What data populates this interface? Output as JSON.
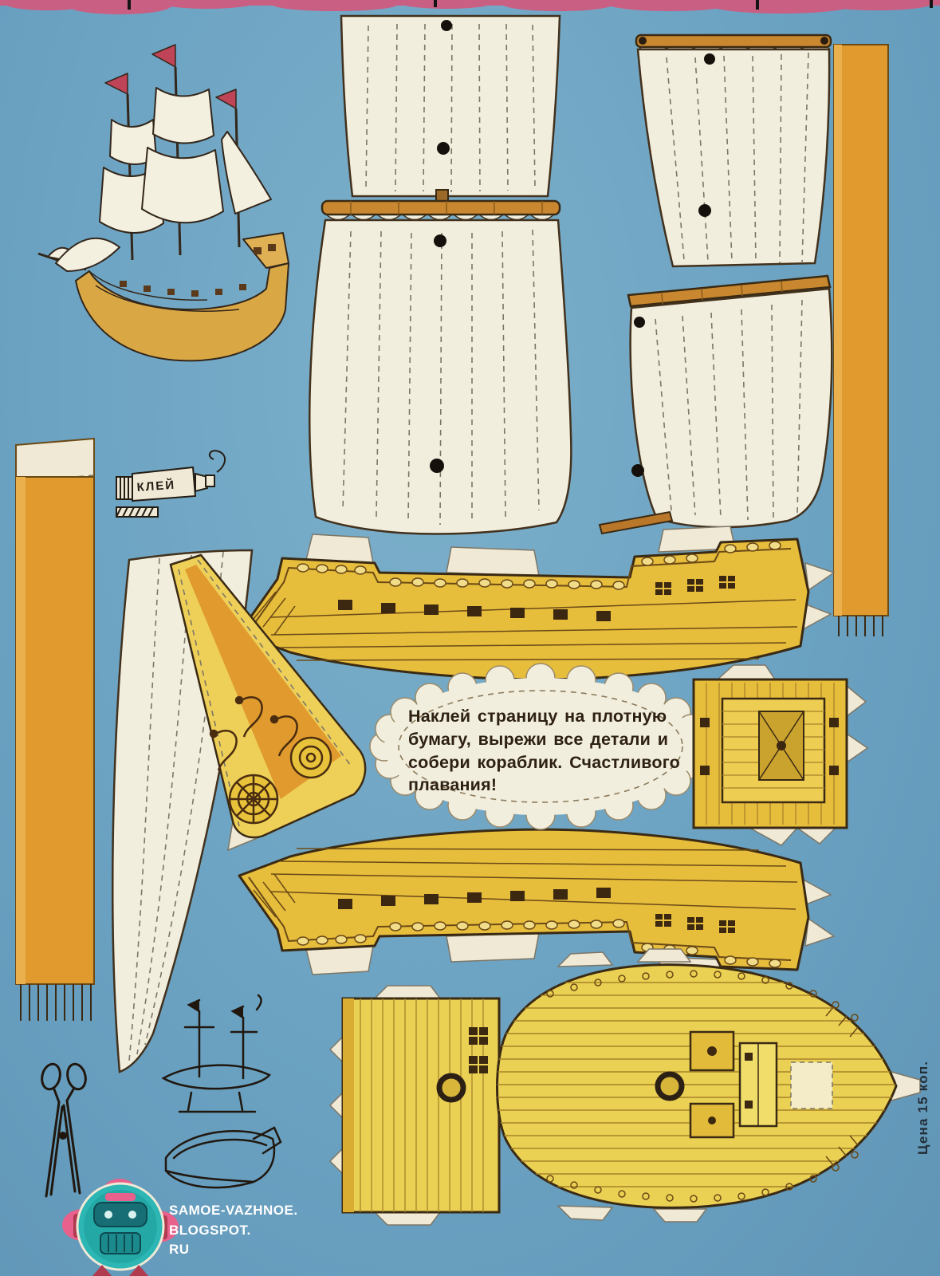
{
  "instruction": {
    "lines": [
      "Наклей страницу на плотную",
      "бумагу, вырежи все детали и",
      "собери кораблик. Счастливого",
      "плавания!"
    ]
  },
  "glue_label": "КЛЕЙ",
  "price_label": "Цена 15 коп.",
  "watermark": {
    "lines": [
      "SAMOE-VAZHNOE.",
      "BLOGSPOT.",
      "RU"
    ]
  },
  "colors": {
    "background": "#6ba2c2",
    "page_edge_pink": "#c95f83",
    "sail_cream": "#f2eedd",
    "hull_yellow": "#e7bd3c",
    "deck_yellow": "#ead153",
    "strip_orange": "#e09a2e",
    "outline_brown": "#3a2a14",
    "logo_teal": "#2cb6b4",
    "logo_pink": "#e8618c"
  },
  "parts": [
    "assembled-ship-illustration",
    "upper-mainsail-cutout",
    "main-yard-cutout",
    "lower-mainsail-cutout",
    "topsail-yard-right",
    "upper-topsail-right-cutout",
    "lower-yard-right",
    "lower-topsail-right-cutout",
    "mast-strip-right",
    "mast-strip-left",
    "glue-tube-illustration",
    "jib-sail-cutout",
    "bowsprit-ornament-cutout",
    "hull-side-piece-top",
    "hull-side-piece-bottom",
    "stern-transom-cutout",
    "instruction-blob",
    "deck-rect-piece",
    "main-deck-cutout",
    "assembly-diagram-masts",
    "assembly-diagram-hull",
    "scissors-illustration",
    "blog-logo"
  ]
}
